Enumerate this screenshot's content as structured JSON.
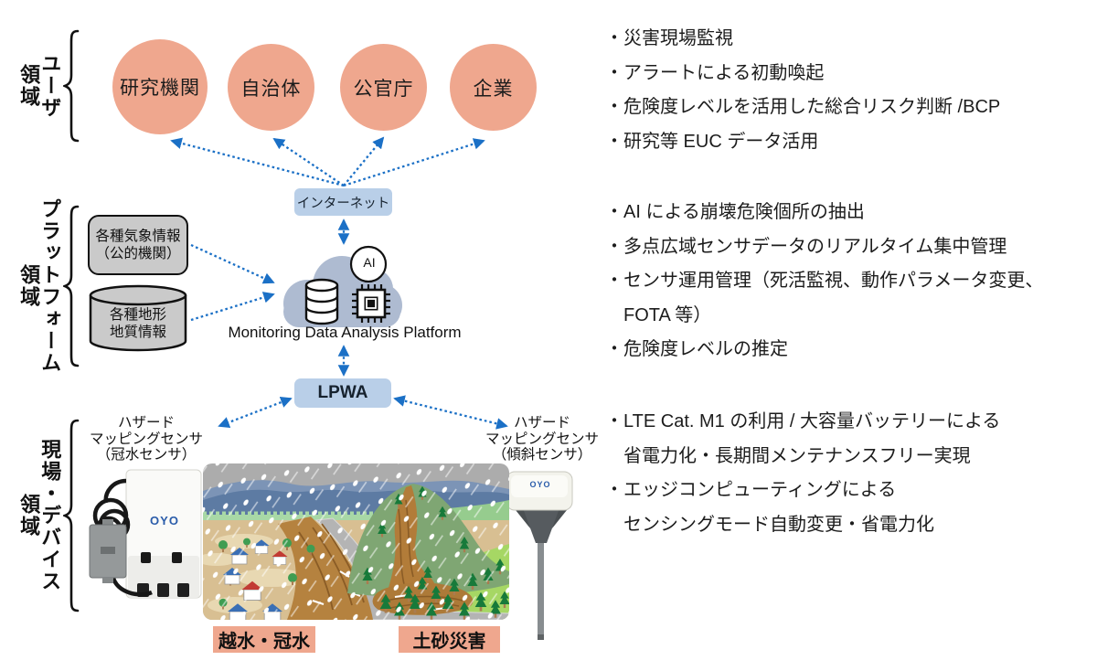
{
  "colors": {
    "arrow-blue": "#1b70c6",
    "salmon": "#efa78e",
    "light-blue": "#b9cfe8",
    "cloud-gray": "#aebbd1",
    "box-gray": "#cacaca"
  },
  "domains": [
    {
      "main": "ユーザ",
      "suffix": "領域"
    },
    {
      "main": "プラットフォーム",
      "suffix": "領域"
    },
    {
      "main": "現場・デバイス",
      "suffix": "領域"
    }
  ],
  "users": {
    "circles": [
      {
        "label": "研究機関"
      },
      {
        "label": "自治体"
      },
      {
        "label": "公官庁"
      },
      {
        "label": "企業"
      }
    ]
  },
  "network": {
    "internet": "インターネット",
    "lpwa": "LPWA"
  },
  "platform": {
    "weather_box": {
      "line1": "各種気象情報",
      "line2": "（公的機関）"
    },
    "terrain_db": {
      "line1": "各種地形",
      "line2": "地質情報"
    },
    "ai_badge": "AI",
    "title": "Monitoring Data Analysis Platform"
  },
  "devices": {
    "left": {
      "line1": "ハザード",
      "line2": "マッピングセンサ",
      "line3": "（冠水センサ）",
      "logo": "OYO"
    },
    "right": {
      "line1": "ハザード",
      "line2": "マッピングセンサ",
      "line3": "（傾斜センサ）",
      "logo": "OYO"
    }
  },
  "hazards": {
    "flood": "越水・冠水",
    "sediment": "土砂災害"
  },
  "bullets": {
    "user": [
      "・災害現場監視",
      "・アラートによる初動喚起",
      "・危険度レベルを活用した総合リスク判断 /BCP",
      "・研究等 EUC データ活用"
    ],
    "platform": [
      "・AI による崩壊危険個所の抽出",
      "・多点広域センサデータのリアルタイム集中管理",
      "・センサ運用管理（死活監視、動作パラメータ変更、",
      "FOTA 等）",
      "・危険度レベルの推定"
    ],
    "device": [
      "・LTE Cat. M1 の利用 / 大容量バッテリーによる",
      "省電力化・長期間メンテナンスフリー実現",
      "・エッジコンピューティングによる",
      "センシングモード自動変更・省電力化"
    ]
  }
}
